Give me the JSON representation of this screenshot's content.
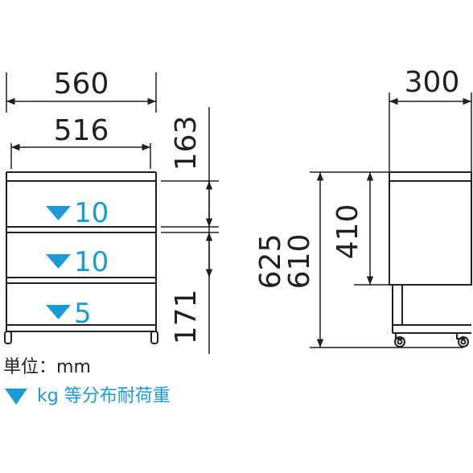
{
  "front_view": {
    "overall_width": "560",
    "inner_width": "516",
    "shelf_loads": [
      "10",
      "10",
      "5"
    ],
    "top_gap": "163",
    "bottom_gap": "171"
  },
  "side_view": {
    "depth": "300",
    "overall_height": "625",
    "frame_height": "610",
    "drawer_height": "410"
  },
  "legend": {
    "unit_label": "単位",
    "unit_separator": "：",
    "unit_value": "mm",
    "load_note": "kg 等分布耐荷重"
  },
  "colors": {
    "line": "#231f20",
    "load_marker": "#1a9ad6"
  },
  "icons": {
    "load_marker": "down-triangle-icon"
  }
}
